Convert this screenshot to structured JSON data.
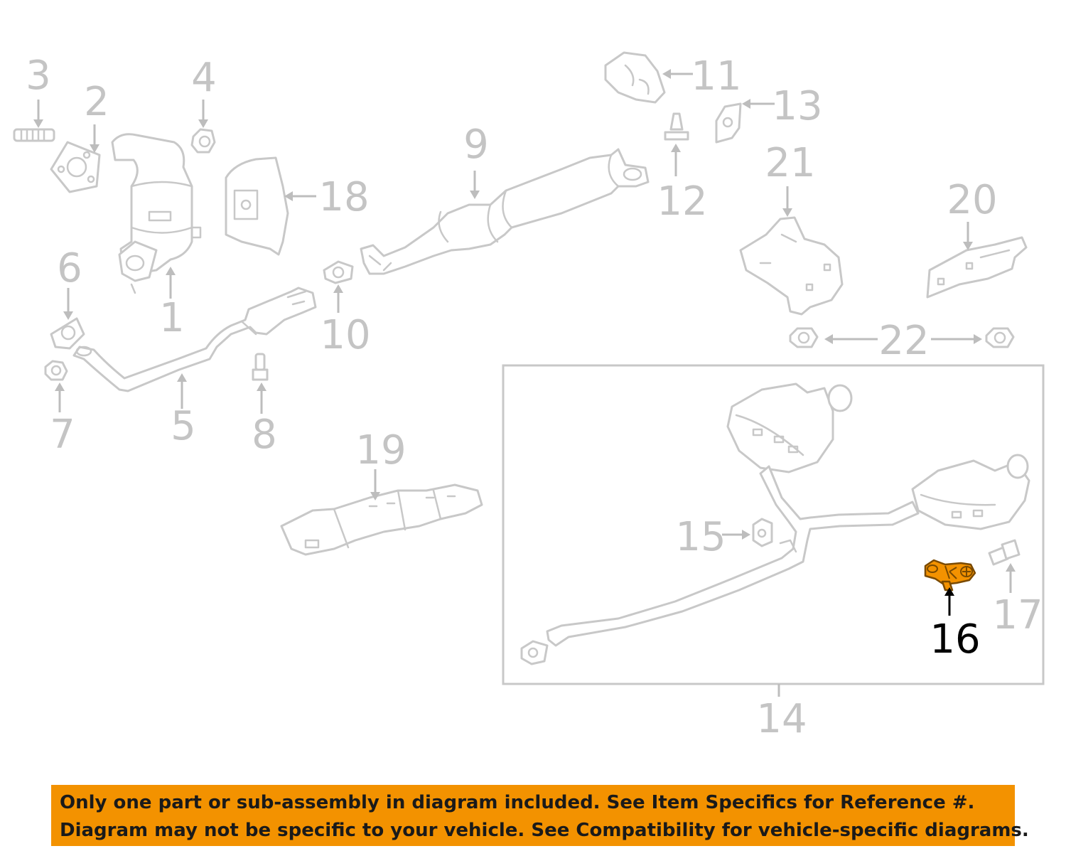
{
  "callouts": {
    "c1": "1",
    "c2": "2",
    "c3": "3",
    "c4": "4",
    "c5": "5",
    "c6": "6",
    "c7": "7",
    "c8": "8",
    "c9": "9",
    "c10": "10",
    "c11": "11",
    "c12": "12",
    "c13": "13",
    "c14": "14",
    "c15": "15",
    "c16": "16",
    "c17": "17",
    "c18": "18",
    "c19": "19",
    "c20": "20",
    "c21": "21",
    "c22": "22"
  },
  "highlighted_part": "16",
  "colors": {
    "highlight": "#f39200",
    "parts": "#c8c8c8",
    "banner": "#f39200"
  },
  "notice": {
    "line1": "Only one part or sub-assembly in diagram included. See Item Specifics for Reference #.",
    "line2": "Diagram may not be specific to your vehicle. See Compatibility for vehicle-specific diagrams."
  }
}
